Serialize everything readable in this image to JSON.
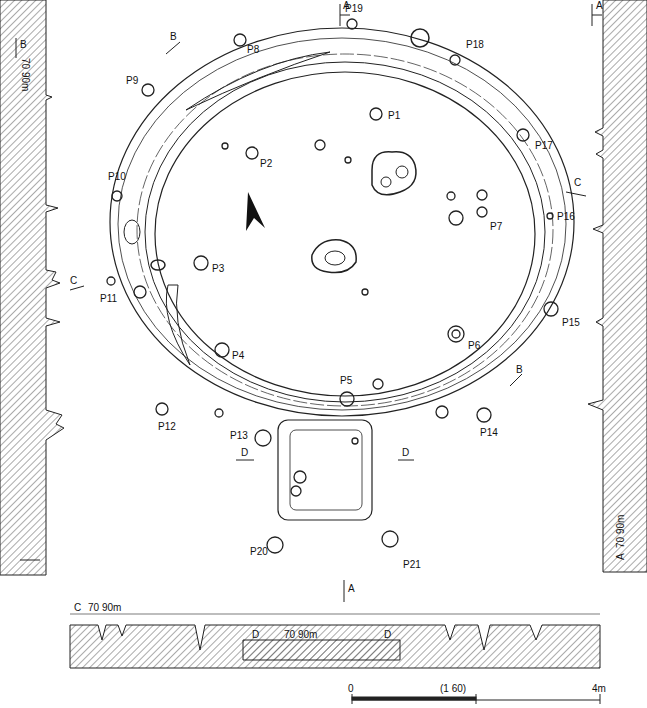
{
  "diagram": {
    "labels": [
      "A",
      "A",
      "B",
      "70 90m",
      "B",
      "P19",
      "P8",
      "P18",
      "P9",
      "P1",
      "P17",
      "P2",
      "C",
      "P10",
      "P7",
      "P16",
      "P3",
      "C",
      "P11",
      "P15",
      "P6",
      "P4",
      "B",
      "P5",
      "P12",
      "P14",
      "P13",
      "D",
      "D",
      "P20",
      "P21",
      "A",
      "A",
      "70 90m",
      "D",
      "70 90m",
      "D",
      "C",
      "70 90m",
      "0",
      "(1 60)",
      "4m"
    ]
  }
}
